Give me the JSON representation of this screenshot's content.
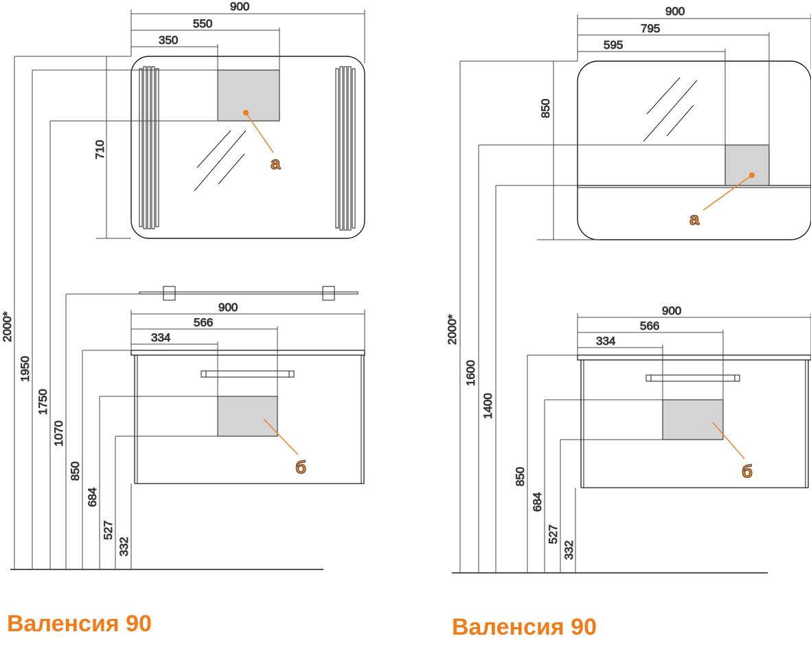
{
  "colors": {
    "accent": "#f07c1a",
    "line": "#1a1a1a",
    "dim_line": "#444444",
    "highlight_fill": "#d4d4d4"
  },
  "left": {
    "title": "Валенсия 90",
    "mirror": {
      "width": "900",
      "dim_550": "550",
      "dim_350": "350",
      "height": "710",
      "callout": "а"
    },
    "cabinet": {
      "width": "900",
      "dim_566": "566",
      "dim_334": "334",
      "callout": "б"
    },
    "heights": {
      "h2000": "2000*",
      "h1950": "1950",
      "h1750": "1750",
      "h1070": "1070",
      "h850": "850",
      "h684": "684",
      "h527": "527",
      "h332": "332"
    }
  },
  "right": {
    "title": "Валенсия 90",
    "mirror": {
      "width": "900",
      "dim_795": "795",
      "dim_595": "595",
      "height": "850",
      "callout": "а"
    },
    "cabinet": {
      "width": "900",
      "dim_566": "566",
      "dim_334": "334",
      "callout": "б"
    },
    "heights": {
      "h2000": "2000*",
      "h1600": "1600",
      "h1400": "1400",
      "h850": "850",
      "h684": "684",
      "h527": "527",
      "h332": "332"
    }
  }
}
